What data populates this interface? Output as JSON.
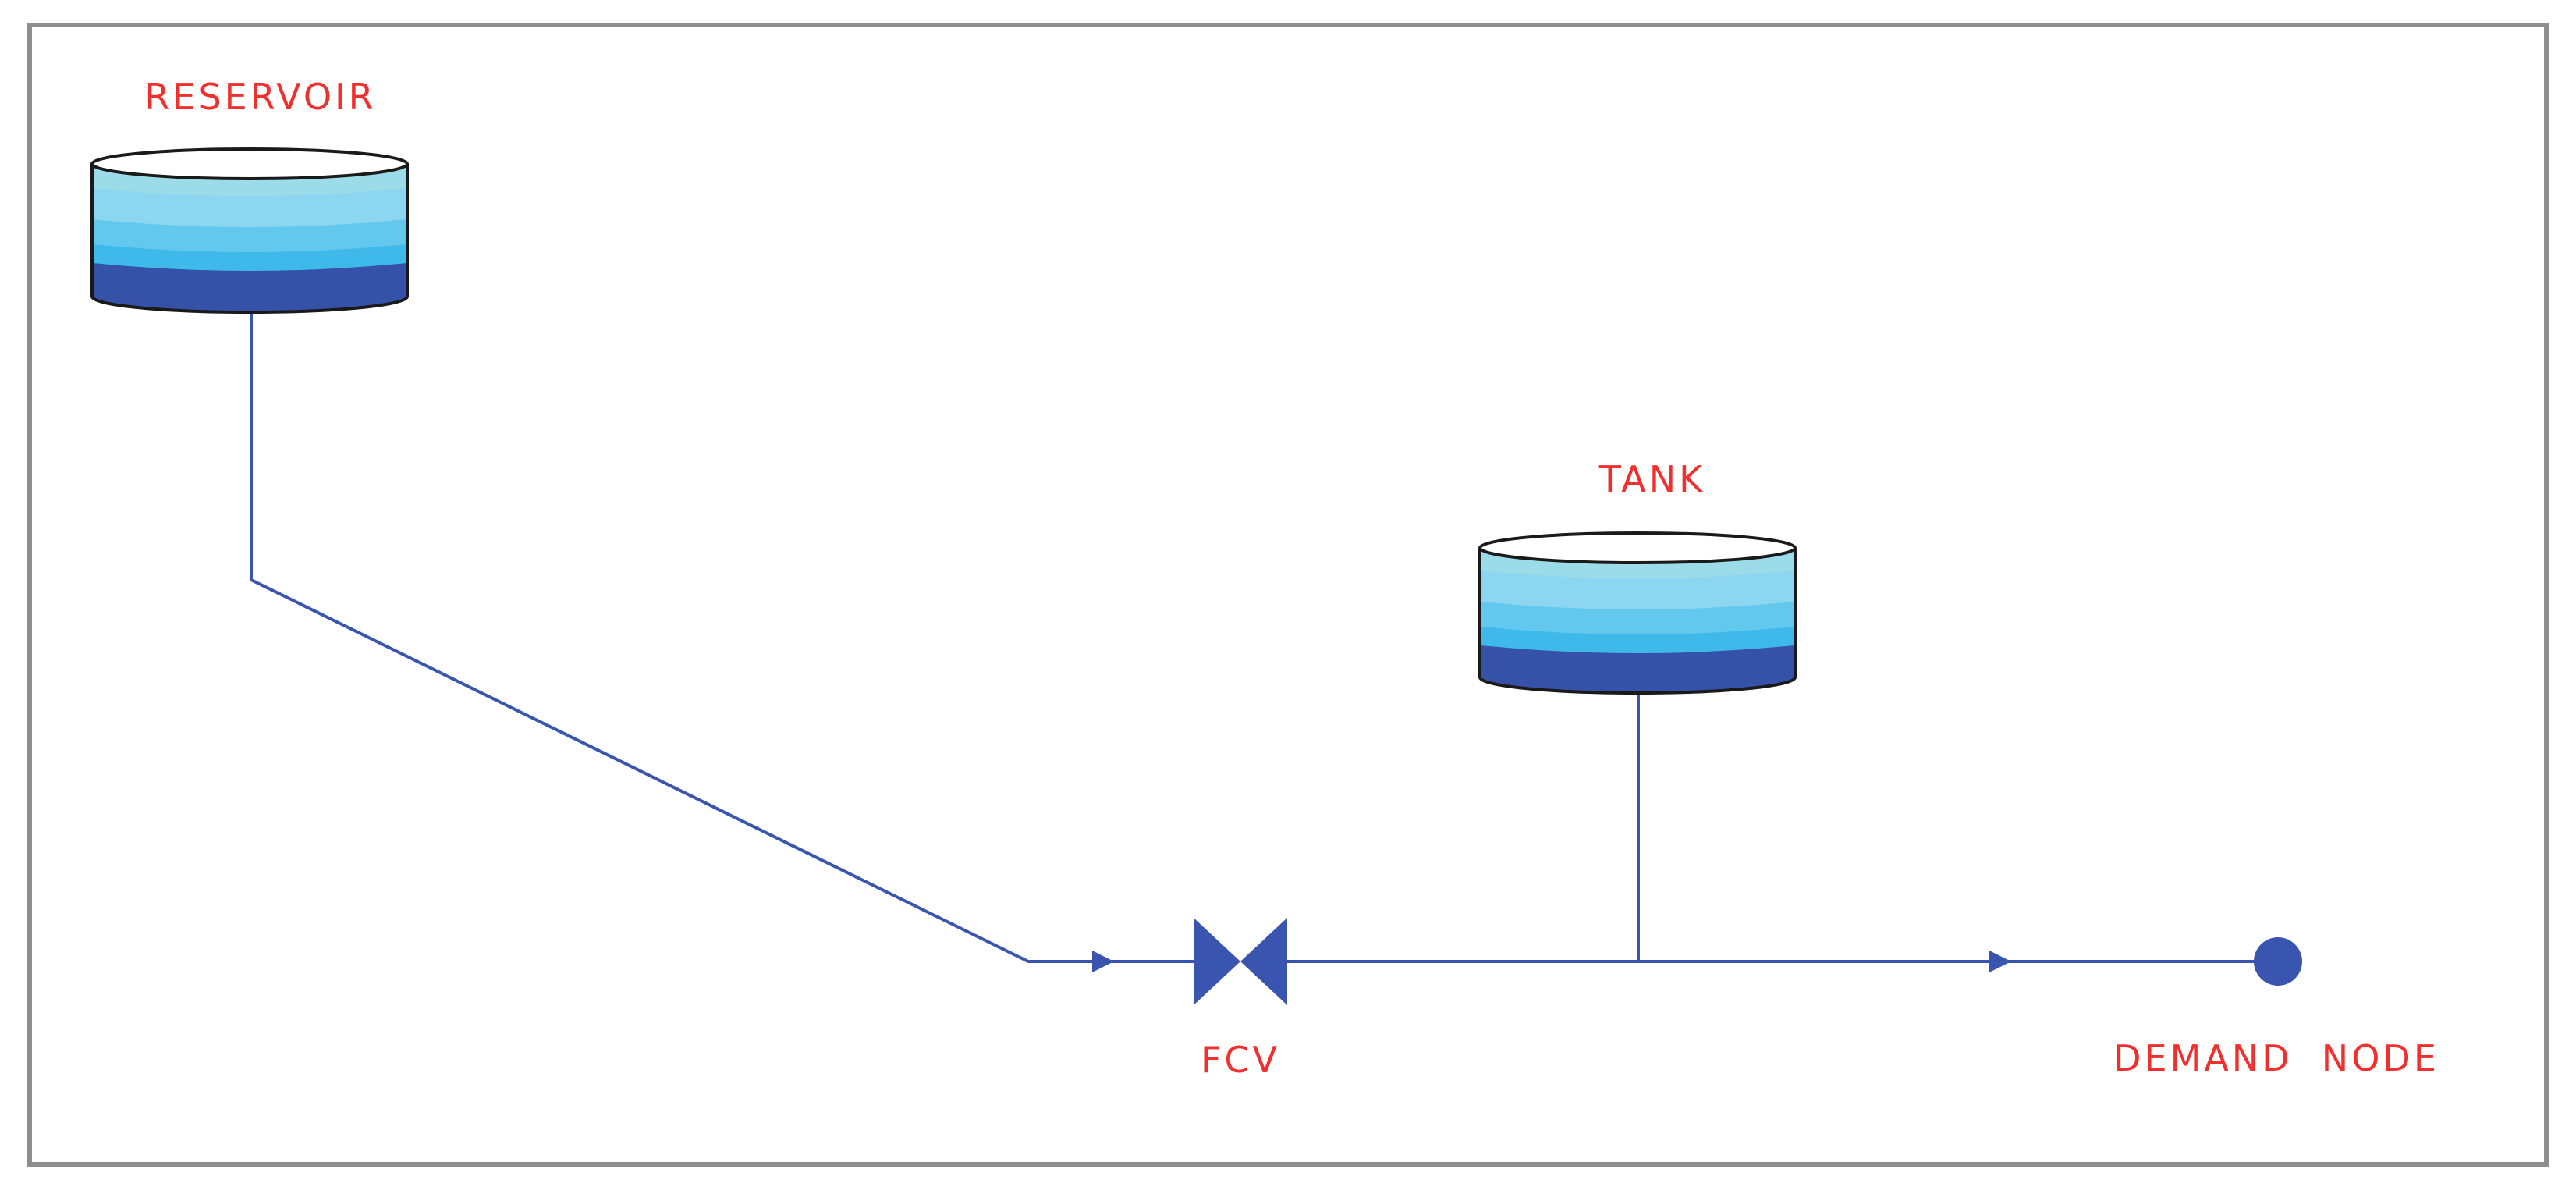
{
  "diagram": {
    "labels": {
      "reservoir": "RESERVOIR",
      "tank": "TANK",
      "valve": "FCV",
      "demand_node": "DEMAND  NODE"
    },
    "icons": {
      "reservoir": "reservoir-icon",
      "tank": "tank-icon",
      "valve": "flow-control-valve-icon",
      "demand_node": "junction-node-icon",
      "flow_arrow": "flow-direction-arrow-icon"
    },
    "colors": {
      "label": "#f0302e",
      "pipe": "#3a55b0",
      "frame": "#8e8e8e",
      "water_top": "#9cdce8",
      "water_light": "#8cd6f2",
      "water_mid": "#62c8ee",
      "water_bright": "#3fb8ea",
      "water_deep": "#3552a8"
    }
  }
}
